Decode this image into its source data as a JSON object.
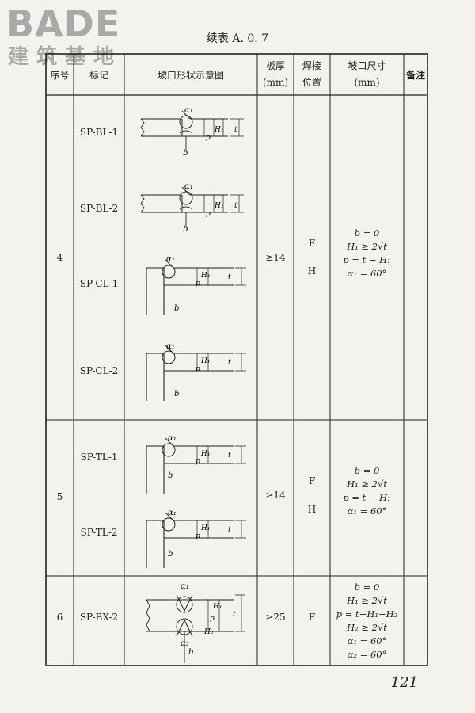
{
  "logo": {
    "main": "BADE",
    "sub": "建筑基地"
  },
  "title": "续表 A. 0. 7",
  "headers": {
    "seq": "序号",
    "mark": "标记",
    "diagram": "坡口形状示意图",
    "thickness": [
      "板厚",
      "(mm)"
    ],
    "position": [
      "焊接",
      "位置"
    ],
    "size": [
      "坡口尺寸",
      "(mm)"
    ],
    "note": "备注"
  },
  "groups": [
    {
      "seq": "4",
      "marks": [
        "SP-BL-1",
        "SP-BL-2",
        "SP-CL-1",
        "SP-CL-2"
      ],
      "thickness": "≥14",
      "positions": [
        "F",
        "H"
      ],
      "dims": [
        "b = 0",
        "H₁ ≥ 2√t",
        "p = t − H₁",
        "α₁ = 60°"
      ]
    },
    {
      "seq": "5",
      "marks": [
        "SP-TL-1",
        "SP-TL-2"
      ],
      "thickness": "≥14",
      "positions": [
        "F",
        "H"
      ],
      "dims": [
        "b = 0",
        "H₁ ≥ 2√t",
        "p = t − H₁",
        "α₁ = 60°"
      ]
    },
    {
      "seq": "6",
      "marks": [
        "SP-BX-2"
      ],
      "thickness": "≥25",
      "positions": [
        "F"
      ],
      "dims": [
        "b = 0",
        "H₁ ≥ 2√t",
        "p = t−H₁−H₂",
        "H₂ ≥ 2√t",
        "α₁ = 60°",
        "α₂ = 60°"
      ]
    }
  ],
  "diagram_labels": {
    "a1": "α₁",
    "a2": "α₂",
    "b": "b",
    "p": "p",
    "h1": "H₁",
    "h2": "H₂",
    "t": "t"
  },
  "page_number": "121"
}
